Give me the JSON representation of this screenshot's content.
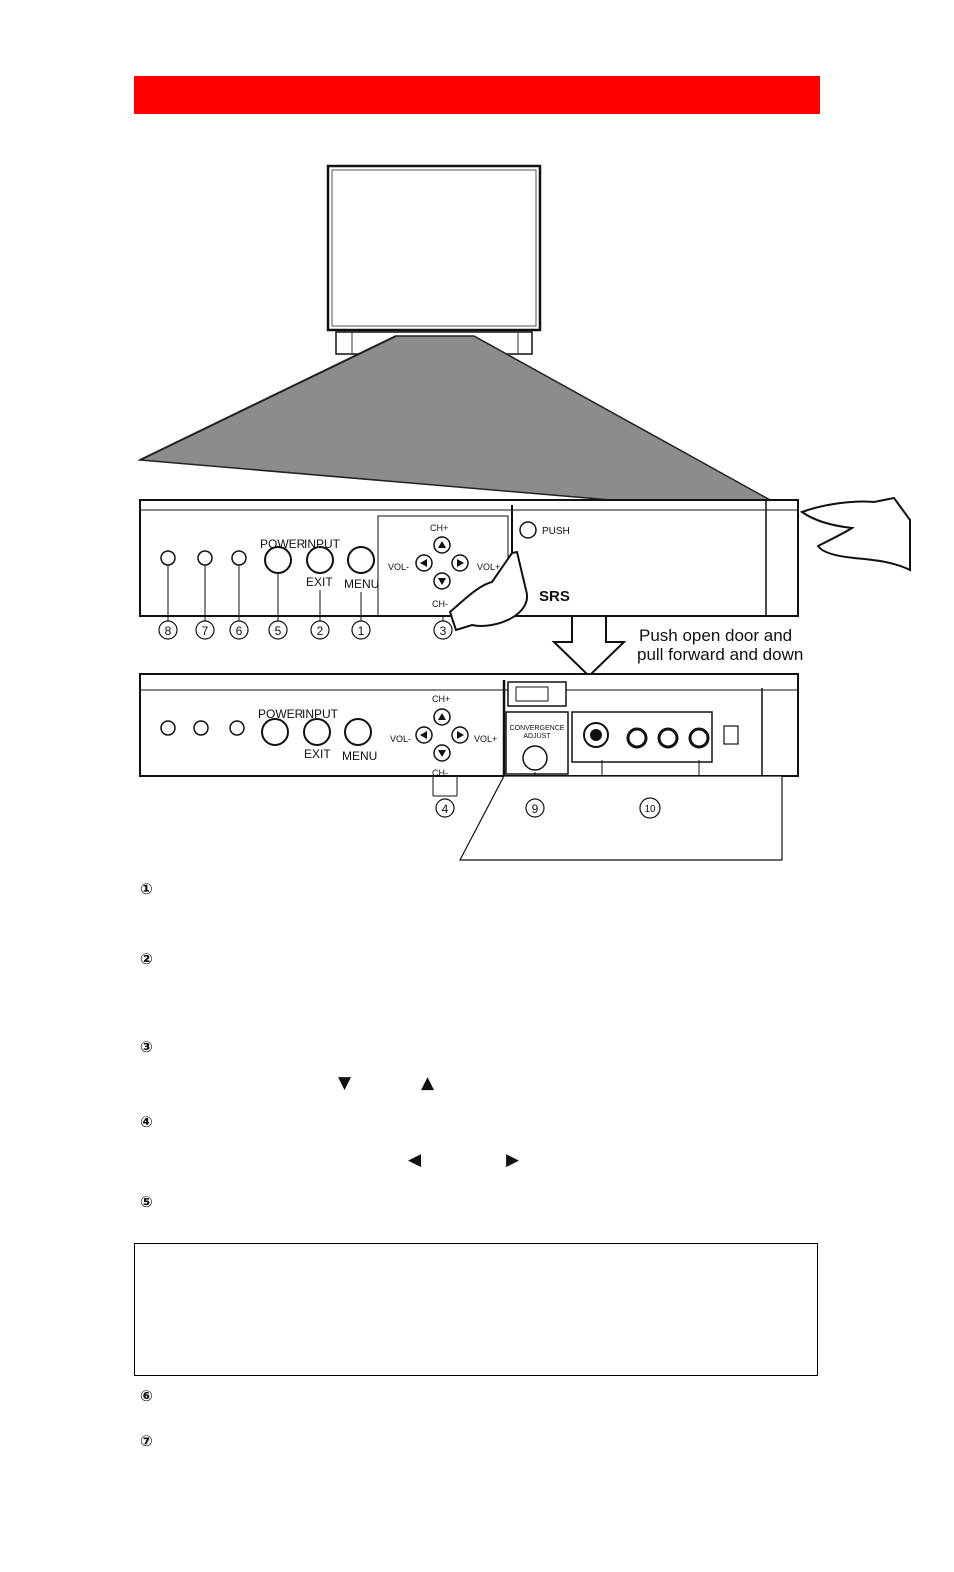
{
  "panel": {
    "ch_plus": "CH+",
    "ch_minus": "CH-",
    "vol_minus": "VOL-",
    "vol_plus": "VOL+",
    "power": "POWER",
    "input": "INPUT",
    "exit": "EXIT",
    "menu": "MENU",
    "push": "PUSH",
    "srs": "SRS",
    "convergence_line1": "CONVERGENCE",
    "convergence_line2": "ADJUST"
  },
  "callouts": {
    "c1": "①",
    "c2": "②",
    "c3": "③",
    "c4": "④",
    "c5": "⑤",
    "c6": "⑥",
    "c7": "⑦",
    "c8": "⑧",
    "c9": "⑨",
    "c10": "⑩"
  },
  "annotation": {
    "line1": "Push open door and",
    "line2": "pull forward and down"
  },
  "items": [
    {
      "marker": "①"
    },
    {
      "marker": "②"
    },
    {
      "marker": "③"
    },
    {
      "marker": "④"
    },
    {
      "marker": "⑤"
    },
    {
      "marker": "⑥"
    },
    {
      "marker": "⑦"
    }
  ],
  "glyphs": {
    "down": "▼",
    "up": "▲",
    "left": "◀",
    "right": "▶"
  }
}
